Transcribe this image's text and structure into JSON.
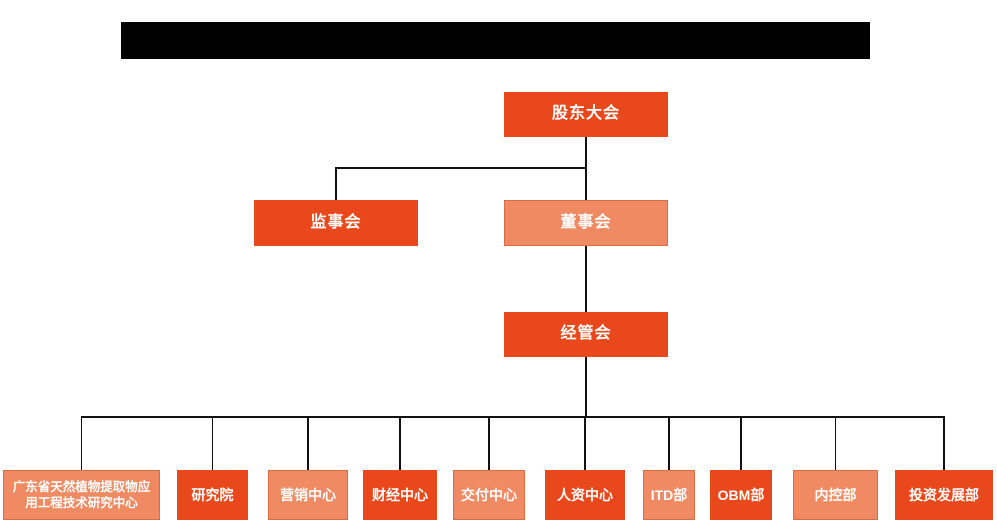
{
  "colors": {
    "page_bg": "#ffffff",
    "primary": "#e8481c",
    "secondary": "#ef8a62",
    "line": "#111111",
    "text": "#ffffff",
    "redacted": "#000000"
  },
  "header": {
    "redacted_title_block": "solid black bar (content obscured)"
  },
  "org_chart": {
    "type": "org-hierarchy",
    "root": {
      "label": "股东大会",
      "variant": "primary"
    },
    "level2": [
      {
        "label": "监事会",
        "variant": "primary"
      },
      {
        "label": "董事会",
        "variant": "secondary"
      }
    ],
    "level3": {
      "label": "经管会",
      "variant": "primary"
    },
    "departments": [
      {
        "label": "广东省天然植物提取物应用工程技术研究中心",
        "variant": "secondary"
      },
      {
        "label": "研究院",
        "variant": "primary"
      },
      {
        "label": "营销中心",
        "variant": "secondary"
      },
      {
        "label": "财经中心",
        "variant": "primary"
      },
      {
        "label": "交付中心",
        "variant": "secondary"
      },
      {
        "label": "人资中心",
        "variant": "primary"
      },
      {
        "label": "ITD部",
        "variant": "secondary"
      },
      {
        "label": "OBM部",
        "variant": "primary"
      },
      {
        "label": "内控部",
        "variant": "secondary"
      },
      {
        "label": "投资发展部",
        "variant": "primary"
      }
    ]
  }
}
